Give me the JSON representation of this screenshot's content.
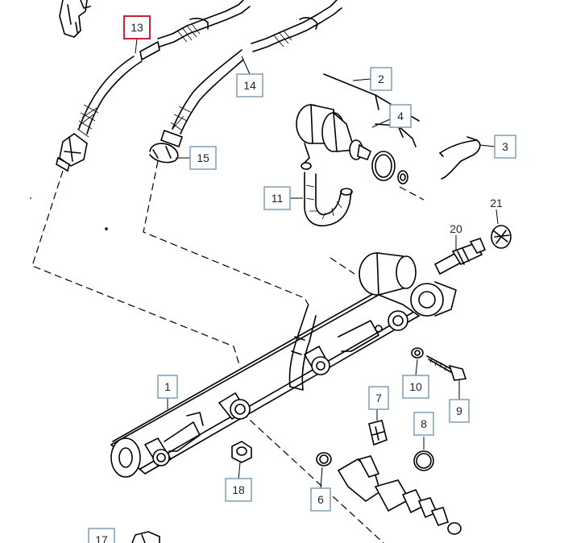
{
  "diagram": {
    "selected_callout": "13",
    "accent_color": "#c0283a",
    "callout_border_color": "#7f9db5",
    "callouts": [
      {
        "id": "13",
        "label": "13"
      },
      {
        "id": "14",
        "label": "14"
      },
      {
        "id": "2",
        "label": "2"
      },
      {
        "id": "4",
        "label": "4"
      },
      {
        "id": "3",
        "label": "3"
      },
      {
        "id": "15",
        "label": "15"
      },
      {
        "id": "11",
        "label": "11"
      },
      {
        "id": "21",
        "label": "21"
      },
      {
        "id": "20",
        "label": "20"
      },
      {
        "id": "1",
        "label": "1"
      },
      {
        "id": "10",
        "label": "10"
      },
      {
        "id": "9",
        "label": "9"
      },
      {
        "id": "7",
        "label": "7"
      },
      {
        "id": "8",
        "label": "8"
      },
      {
        "id": "18",
        "label": "18"
      },
      {
        "id": "6",
        "label": "6"
      },
      {
        "id": "17",
        "label": "17"
      }
    ]
  }
}
